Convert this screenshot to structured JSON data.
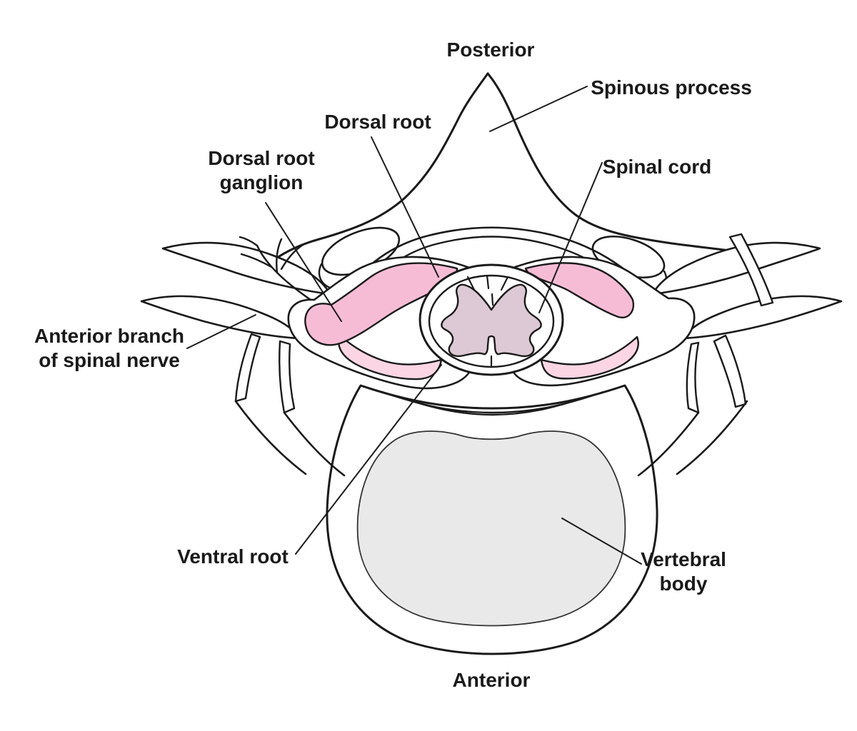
{
  "diagram": {
    "title": "Vertebra and spinal cord transverse cross-section",
    "orientation_top": "Posterior",
    "orientation_bottom": "Anterior",
    "labels": {
      "posterior": {
        "text": "Posterior"
      },
      "spinous_process": {
        "text": "Spinous process",
        "target": "spinous process of vertebra"
      },
      "dorsal_root": {
        "text": "Dorsal root",
        "target": "pink dorsal nerve root"
      },
      "dorsal_root_ganglion": {
        "text": "Dorsal root\nganglion",
        "target": "pink ganglion swelling"
      },
      "spinal_cord": {
        "text": "Spinal cord",
        "target": "oval cord in vertebral foramen"
      },
      "anterior_branch": {
        "text": "Anterior branch\nof spinal nerve",
        "target": "nerve branch at left transverse process"
      },
      "ventral_root": {
        "text": "Ventral root",
        "target": "pink ventral nerve root"
      },
      "vertebral_body": {
        "text": "Vertebral\nbody",
        "target": "gray bone body"
      },
      "anterior": {
        "text": "Anterior"
      }
    }
  },
  "colors": {
    "outline": "#1a1a1a",
    "thin_outline": "#333333",
    "dorsal_root_pink": "#f6bcd6",
    "ventral_root_pink": "#fbd5e3",
    "gray_matter_mauve": "#ddc9d5",
    "vertebral_body_gray": "#e9e9e9",
    "background": "#ffffff"
  }
}
